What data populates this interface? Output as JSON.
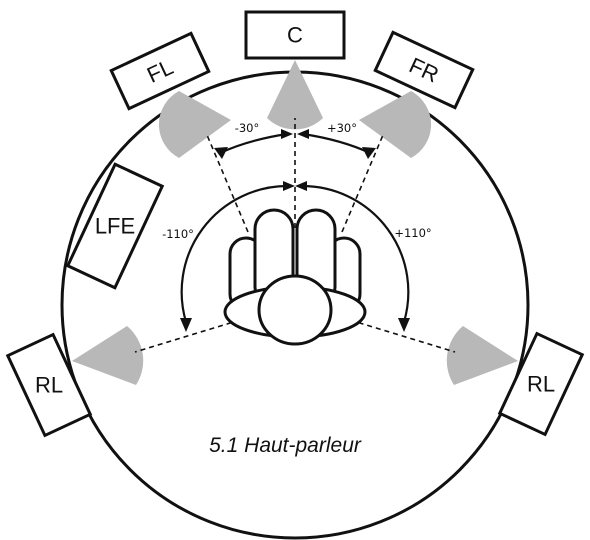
{
  "speakers": {
    "center": "C",
    "front_left": "FL",
    "front_right": "FR",
    "subwoofer": "LFE",
    "rear_left": "RL",
    "rear_right": "RL"
  },
  "angles": {
    "front_left": "-30°",
    "front_right": "+30°",
    "rear_left": "-110°",
    "rear_right": "+110°"
  },
  "caption": "5.1 Haut-parleur",
  "colors": {
    "speaker_cone": "#b8b8b8",
    "stroke": "#111111",
    "background": "#ffffff"
  }
}
